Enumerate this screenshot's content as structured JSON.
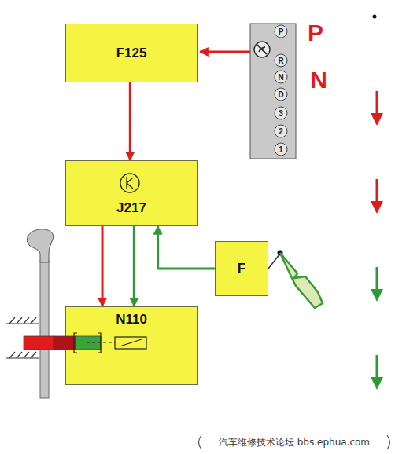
{
  "diagram": {
    "nodes": [
      {
        "text": [
          "F125"
        ]
      },
      {
        "text": [
          "J217"
        ]
      },
      {
        "text": [
          "F"
        ]
      },
      {
        "text": [
          "N110"
        ]
      }
    ],
    "edges": [
      {
        "from": 0,
        "to": 1,
        "arrow": "to"
      },
      {
        "from": 1,
        "to": 3,
        "arrow": "to"
      },
      {
        "from": 1,
        "to": 3,
        "arrow": "to"
      },
      {
        "from": 2,
        "to": 1,
        "arrow": "to"
      }
    ],
    "labels": [
      "P",
      "R",
      "N",
      "D",
      "3",
      "2",
      "1",
      "P",
      "N",
      "汽车维修技术论坛 bbs.ephua.com"
    ]
  }
}
